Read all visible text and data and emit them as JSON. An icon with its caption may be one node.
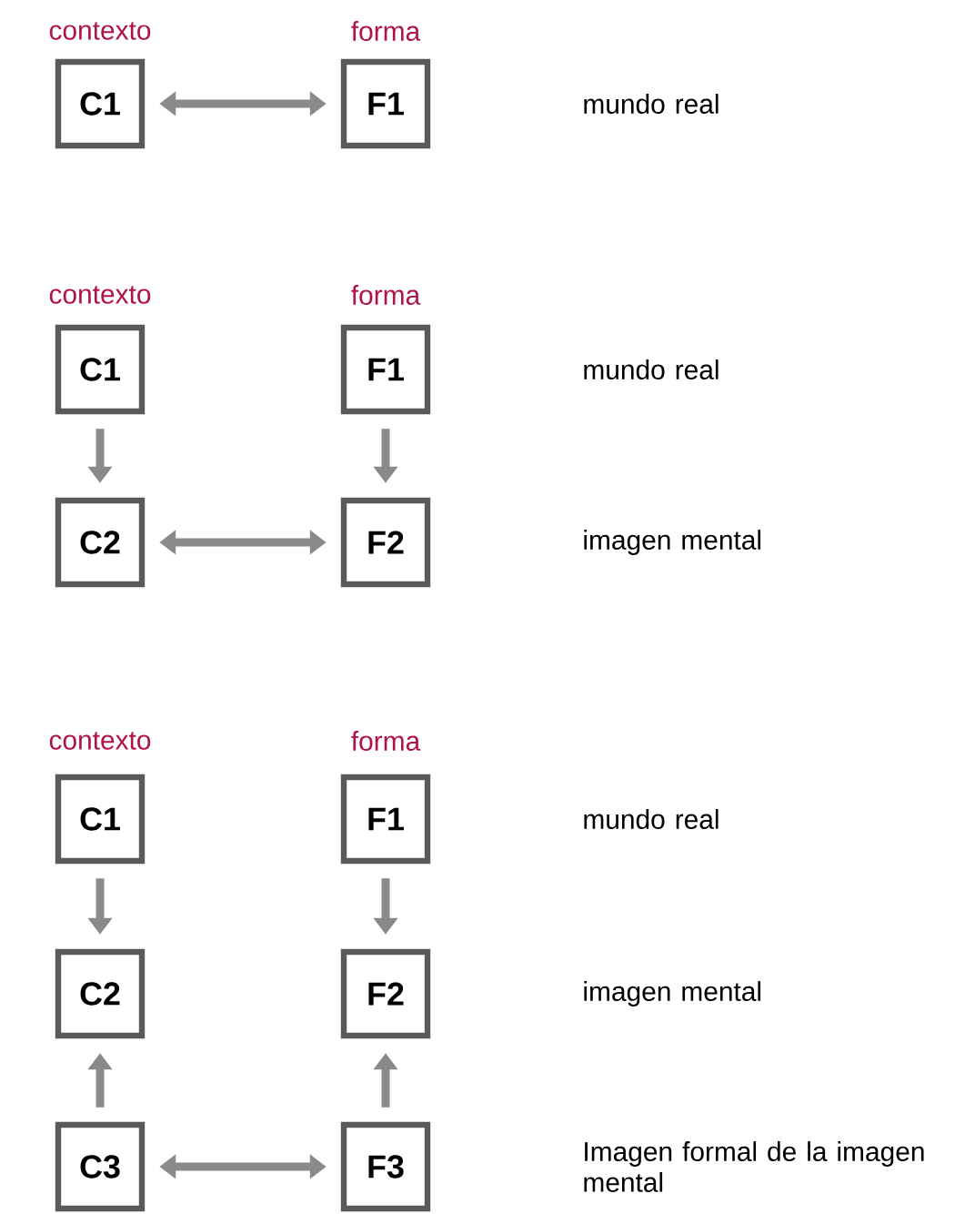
{
  "diagram": {
    "nodes": [
      {
        "text": [
          "C1"
        ]
      },
      {
        "text": [
          "F1"
        ]
      },
      {
        "text": [
          "C1"
        ]
      },
      {
        "text": [
          "F1"
        ]
      },
      {
        "text": [
          "C2"
        ]
      },
      {
        "text": [
          "F2"
        ]
      },
      {
        "text": [
          "C1"
        ]
      },
      {
        "text": [
          "F1"
        ]
      },
      {
        "text": [
          "C2"
        ]
      },
      {
        "text": [
          "F2"
        ]
      },
      {
        "text": [
          "C3"
        ]
      },
      {
        "text": [
          "F3"
        ]
      }
    ],
    "edges": [
      {
        "from": 0,
        "to": 1,
        "arrow": "both"
      },
      {
        "from": 2,
        "to": 4,
        "arrow": "to"
      },
      {
        "from": 3,
        "to": 5,
        "arrow": "to"
      },
      {
        "from": 4,
        "to": 5,
        "arrow": "both"
      },
      {
        "from": 6,
        "to": 8,
        "arrow": "to"
      },
      {
        "from": 7,
        "to": 9,
        "arrow": "to"
      },
      {
        "from": 10,
        "to": 8,
        "arrow": "to"
      },
      {
        "from": 11,
        "to": 9,
        "arrow": "to"
      },
      {
        "from": 10,
        "to": 11,
        "arrow": "both"
      }
    ],
    "labels": [
      "contexto",
      "forma",
      "mundo real",
      "contexto",
      "forma",
      "mundo real",
      "imagen mental",
      "contexto",
      "forma",
      "mundo real",
      "imagen mental",
      "Imagen formal de la imagen mental"
    ]
  }
}
